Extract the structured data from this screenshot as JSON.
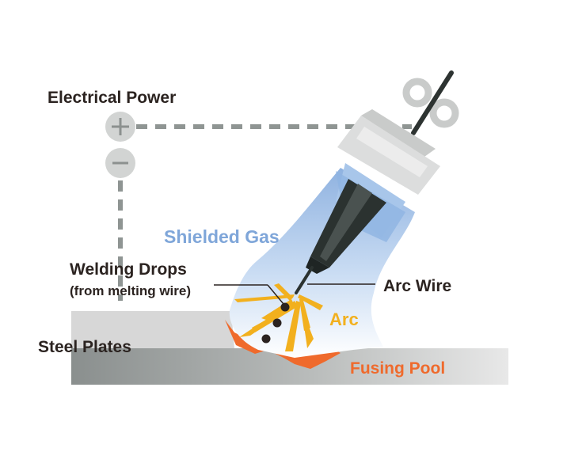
{
  "labels": {
    "electrical_power": "Electrical Power",
    "plus_sign": "+",
    "minus_sign": "–",
    "shielded_gas": "Shielded Gas",
    "welding_drops": "Welding Drops",
    "welding_drops_sub": "(from melting wire)",
    "arc_wire": "Arc Wire",
    "arc": "Arc",
    "steel_plates": "Steel Plates",
    "fusing_pool": "Fusing Pool"
  },
  "colors": {
    "text_dark": "#2b2320",
    "shielded_gas": "#7fa6d9",
    "arc": "#f2b01e",
    "fusing_pool": "#ef6a2c",
    "dashed_line": "#8f9593",
    "terminal": "#d2d4d3",
    "plate_light": "#d7d7d7",
    "plate_dark": "#8c9190"
  },
  "icons": {
    "plus_terminal": "plus-circle-icon",
    "minus_terminal": "minus-circle-icon",
    "wire_spool": "wire-spool-icon"
  }
}
